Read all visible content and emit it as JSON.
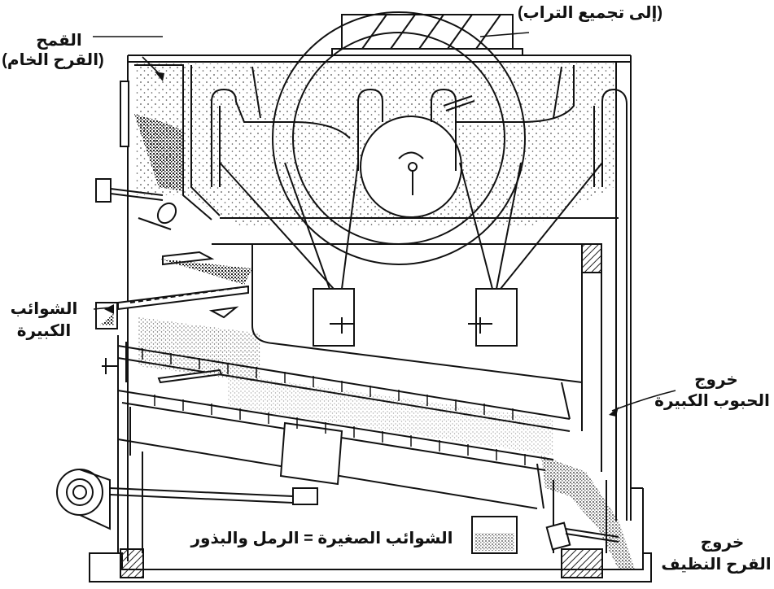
{
  "labels": {
    "dust_collection": "(إلى تجميع التراب)",
    "wheat": "القمح",
    "raw_wheat": "(القرح الخام)",
    "large_impurities_1": "الشوائب",
    "large_impurities_2": "الكبيرة",
    "large_grains_exit_1": "خروج",
    "large_grains_exit_2": "الحبوب الكبيرة",
    "small_impurities": "الشوائب الصغيرة = الرمل والبذور",
    "clean_wheat_exit_1": "خروج",
    "clean_wheat_exit_2": "القرح النظيف"
  },
  "colors": {
    "ink": "#111111",
    "paper": "#ffffff",
    "hatch": "#222222"
  }
}
